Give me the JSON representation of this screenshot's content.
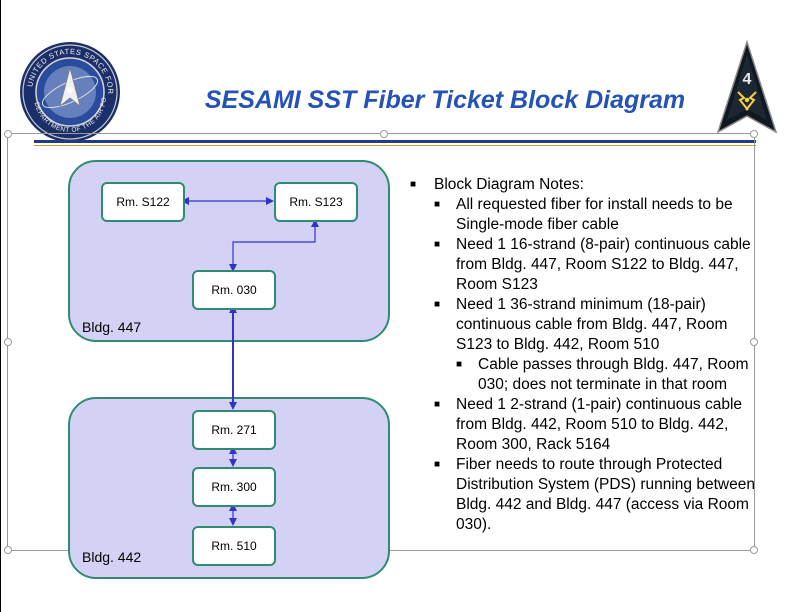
{
  "slide": {
    "title": "SESAMI SST Fiber Ticket Block Diagram",
    "colors": {
      "title": "#2452b6",
      "building_fill": "#d4d2f4",
      "building_border": "#2f8c73",
      "connector": "#3232cc"
    },
    "logos": {
      "left": "United States Space Force seal",
      "right": "Space Force delta emblem"
    }
  },
  "diagram": {
    "buildings": [
      {
        "label": "Bldg. 447"
      },
      {
        "label": "Bldg. 442"
      }
    ],
    "rooms": {
      "s122": "Rm. S122",
      "s123": "Rm. S123",
      "r030": "Rm. 030",
      "r271": "Rm.  271",
      "r300": "Rm.  300",
      "r510": "Rm. 510"
    },
    "connections": [
      [
        "Rm. S122",
        "Rm. S123"
      ],
      [
        "Rm. S123",
        "Rm. 030"
      ],
      [
        "Rm. 030",
        "Rm.  271"
      ],
      [
        "Rm.  271",
        "Rm.  300"
      ],
      [
        "Rm.  300",
        "Rm. 510"
      ]
    ]
  },
  "notes": {
    "heading": "Block Diagram Notes:",
    "items": [
      "All requested fiber for install needs to be Single-mode fiber cable",
      "Need 1 16-strand (8-pair) continuous cable from Bldg. 447, Room S122 to Bldg. 447, Room S123",
      "Need 1 36-strand minimum (18-pair) continuous cable from Bldg. 447, Room S123 to Bldg. 442, Room 510",
      "Need 1 2-strand (1-pair) continuous cable from Bldg. 442, Room 510 to Bldg. 442, Room 300, Rack 5164",
      "Fiber needs to route through Protected Distribution System (PDS) running between Bldg. 442 and Bldg. 447 (access via Room 030)."
    ],
    "subitem": "Cable passes through Bldg. 447, Room 030; does not terminate in that room"
  }
}
